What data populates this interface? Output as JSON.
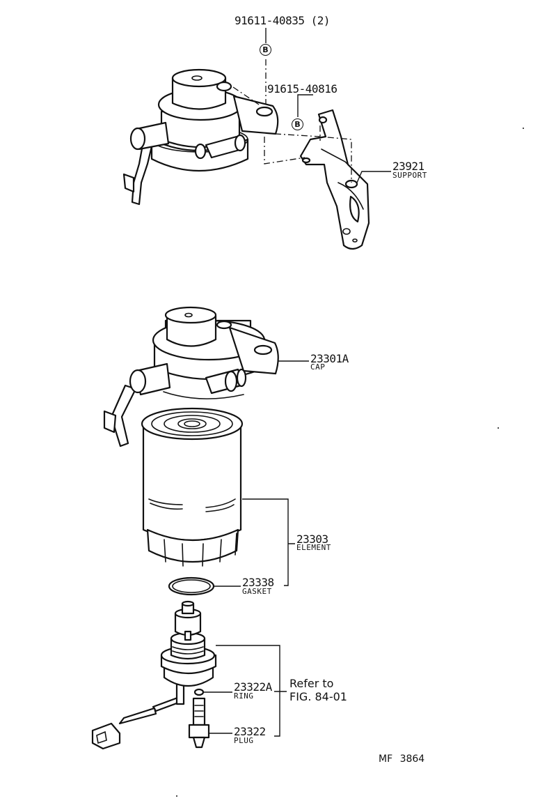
{
  "parts": {
    "bolt": {
      "number": "91611-40835",
      "qty": "(2)"
    },
    "bolt_2": {
      "number": "91615-40816"
    },
    "support": {
      "number": "23921",
      "name": "SUPPORT"
    },
    "cap": {
      "number": "23301A",
      "name": "CAP"
    },
    "element": {
      "number": "23303",
      "name": "ELEMENT"
    },
    "gasket": {
      "number": "23338",
      "name": "GASKET"
    },
    "ring": {
      "number": "23322A",
      "name": "RING"
    },
    "plug": {
      "number": "23322",
      "name": "PLUG"
    }
  },
  "markers": {
    "bolt_symbol": "B",
    "bolt_2_symbol": "B"
  },
  "reference": {
    "line1": "Refer to",
    "line2": "FIG. 84-01"
  },
  "drawing_code": "MF 3864"
}
